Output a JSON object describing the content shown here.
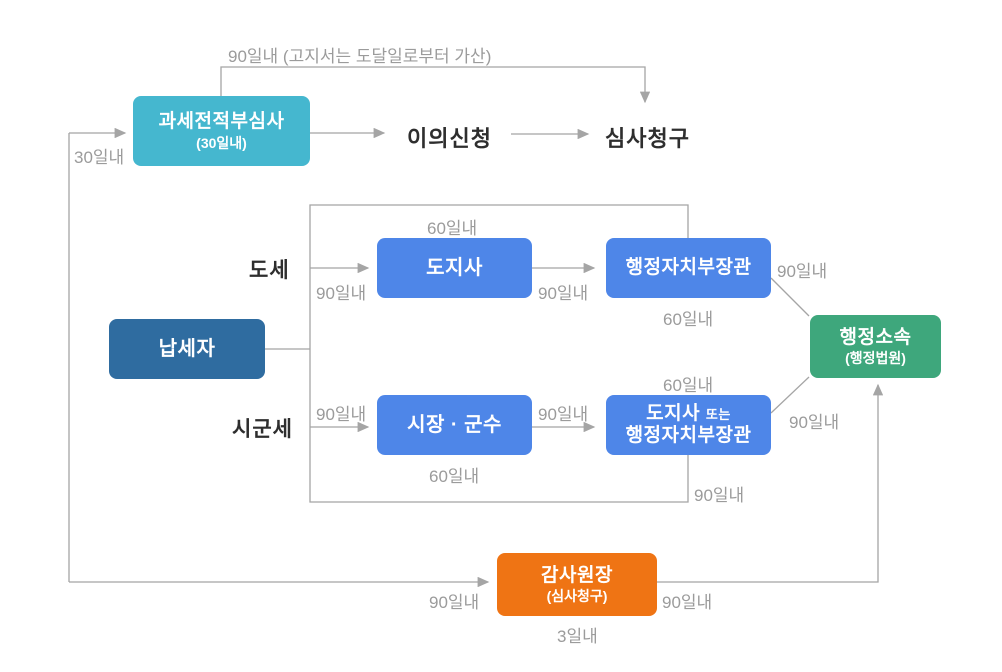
{
  "nodes": {
    "pretax": {
      "title": "과세전적부심사",
      "sub": "(30일내)"
    },
    "objection": "이의신청",
    "review": "심사청구",
    "dose": "도세",
    "sigunse": "시군세",
    "taxpayer": "납세자",
    "governor": "도지사",
    "minister": "행정자치부장관",
    "mayor": "시장 · 군수",
    "governor_or_minister": {
      "line1": "도지사",
      "conj": "또는",
      "line2": "행정자치부장관"
    },
    "admin_court": {
      "title": "행정소속",
      "sub": "(행정법원)"
    },
    "audit": {
      "title": "감사원장",
      "sub": "(심사청구)"
    }
  },
  "labels": {
    "top_note": "90일내 (고지서는 도달일로부터 가산)",
    "d30": "30일내",
    "d60": "60일내",
    "d90": "90일내",
    "d3": "3일내"
  },
  "colors": {
    "teal": "#45b7cf",
    "blue": "#4e86e8",
    "darkblue": "#2f6ca0",
    "green": "#3ea77c",
    "orange": "#ef7414",
    "line": "#a5a5a5",
    "label_gray": "#9b9b9b",
    "text_dark": "#2e2e2e"
  }
}
